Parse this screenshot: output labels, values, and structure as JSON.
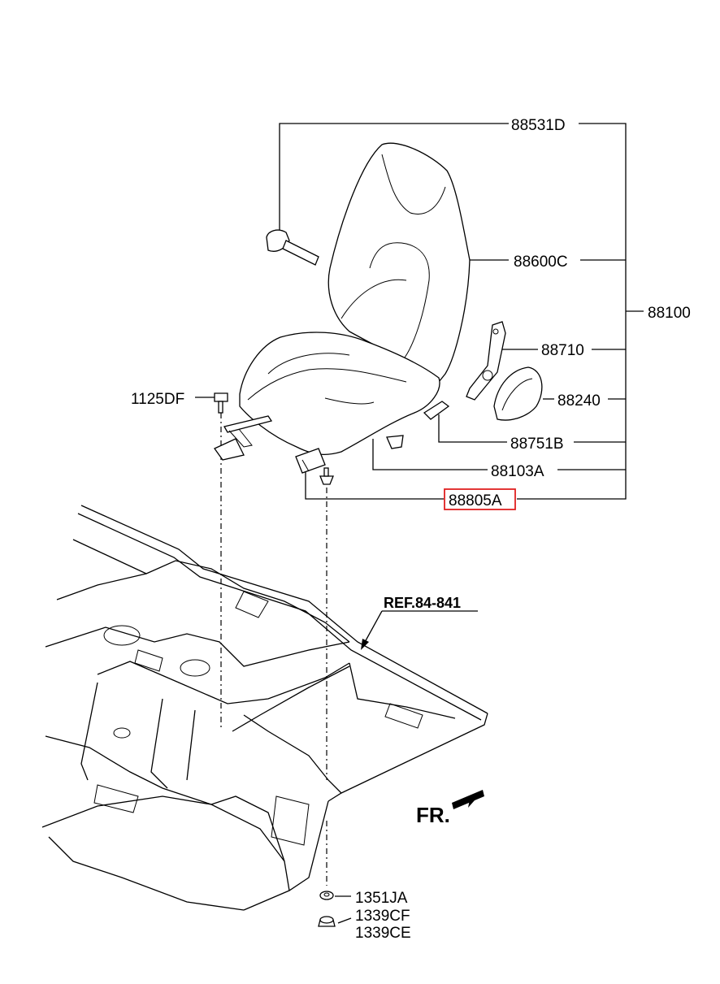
{
  "parts": [
    {
      "id": "88531D",
      "label": "88531D"
    },
    {
      "id": "88600C",
      "label": "88600C"
    },
    {
      "id": "88100",
      "label": "88100"
    },
    {
      "id": "88710",
      "label": "88710"
    },
    {
      "id": "88240",
      "label": "88240"
    },
    {
      "id": "88751B",
      "label": "88751B"
    },
    {
      "id": "88103A",
      "label": "88103A"
    },
    {
      "id": "88805A",
      "label": "88805A",
      "highlighted": true
    },
    {
      "id": "1125DF",
      "label": "1125DF"
    },
    {
      "id": "1351JA",
      "label": "1351JA"
    },
    {
      "id": "1339CF",
      "label": "1339CF"
    },
    {
      "id": "1339CE",
      "label": "1339CE"
    }
  ],
  "reference": {
    "label": "REF.84-841"
  },
  "direction": {
    "label": "FR."
  },
  "colors": {
    "highlight": "#e02020",
    "ink": "#000000",
    "background": "#ffffff"
  }
}
